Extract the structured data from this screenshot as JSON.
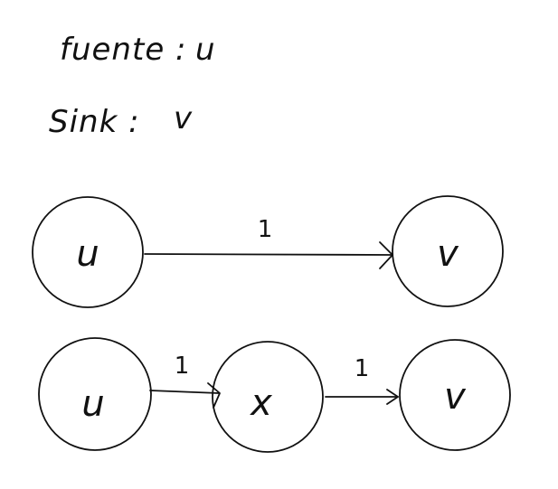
{
  "notes": {
    "source_label": "fuente :",
    "source_value": "u",
    "sink_label": "Sink :",
    "sink_value": "v"
  },
  "graph1": {
    "nodes": [
      "u",
      "v"
    ],
    "edges": [
      {
        "from": "u",
        "to": "v",
        "capacity": "1"
      }
    ]
  },
  "graph2": {
    "nodes": [
      "u",
      "x",
      "v"
    ],
    "edges": [
      {
        "from": "u",
        "to": "x",
        "capacity": "1"
      },
      {
        "from": "x",
        "to": "v",
        "capacity": "1"
      }
    ]
  }
}
